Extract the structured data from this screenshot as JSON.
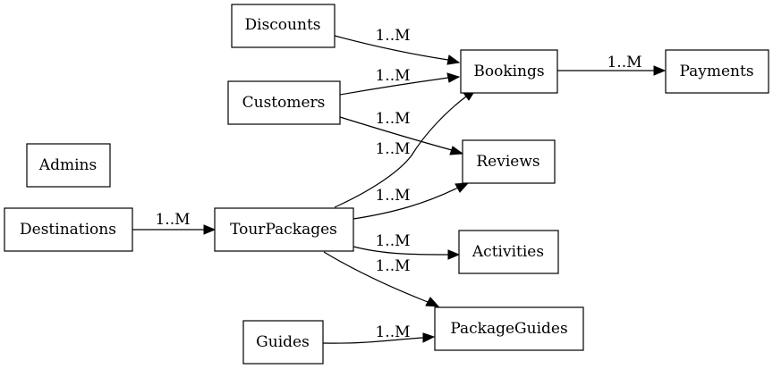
{
  "diagram": {
    "nodes": {
      "discounts": "Discounts",
      "customers": "Customers",
      "admins": "Admins",
      "destinations": "Destinations",
      "tourpackages": "TourPackages",
      "guides": "Guides",
      "bookings": "Bookings",
      "payments": "Payments",
      "reviews": "Reviews",
      "activities": "Activities",
      "packageguides": "PackageGuides"
    },
    "edges": [
      {
        "from": "Discounts",
        "to": "Bookings",
        "label": "1..M"
      },
      {
        "from": "Customers",
        "to": "Bookings",
        "label": "1..M"
      },
      {
        "from": "Customers",
        "to": "Reviews",
        "label": "1..M"
      },
      {
        "from": "Bookings",
        "to": "Payments",
        "label": "1..M"
      },
      {
        "from": "Destinations",
        "to": "TourPackages",
        "label": "1..M"
      },
      {
        "from": "TourPackages",
        "to": "Bookings",
        "label": "1..M"
      },
      {
        "from": "TourPackages",
        "to": "Reviews",
        "label": "1..M"
      },
      {
        "from": "TourPackages",
        "to": "Activities",
        "label": "1..M"
      },
      {
        "from": "TourPackages",
        "to": "PackageGuides",
        "label": "1..M"
      },
      {
        "from": "Guides",
        "to": "PackageGuides",
        "label": "1..M"
      }
    ]
  }
}
